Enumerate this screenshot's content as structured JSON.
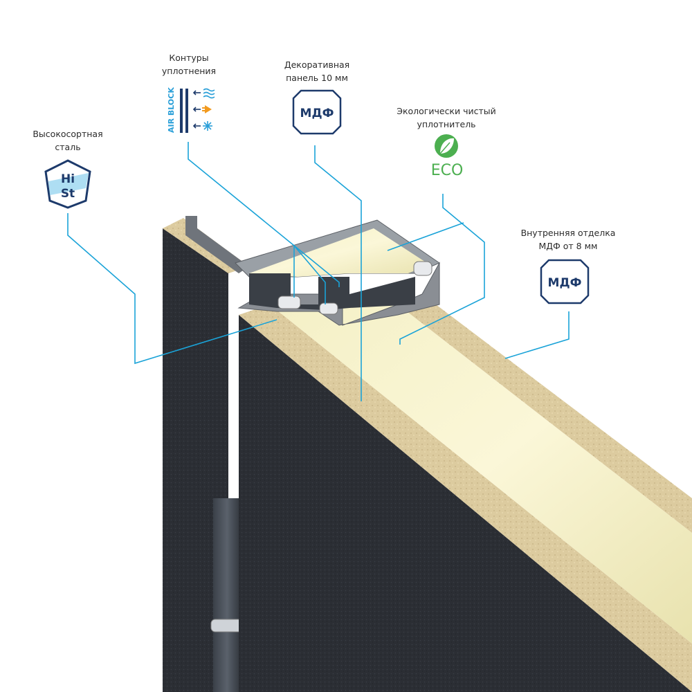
{
  "labels": {
    "steel": {
      "line1": "Высокосортная",
      "line2": "сталь",
      "icon_text_1": "Hi",
      "icon_text_2": "St"
    },
    "seal": {
      "line1": "Контуры",
      "line2": "уплотнения",
      "icon_text": "AIR BLOCK"
    },
    "decor": {
      "line1": "Декоративная",
      "line2": "панель 10 мм",
      "icon_text": "МДФ"
    },
    "eco": {
      "line1": "Экологически чистый",
      "line2": "уплотнитель",
      "icon_text": "ECO"
    },
    "inner": {
      "line1": "Внутренняя отделка",
      "line2": "МДФ от 8 мм",
      "icon_text": "МДФ"
    }
  },
  "colors": {
    "callout_line": "#1aa3d8",
    "badge_stroke": "#1d3a6b",
    "badge_text": "#1d3a6b",
    "eco_green": "#4caf50",
    "panel_dark": "#2a2d33",
    "mdf_edge": "#d9c9a0",
    "insulation": "#ecebc0",
    "frame_grey": "#8a8e94",
    "airblock_blue": "#2a9fd8",
    "airblock_orange": "#f29a1e"
  }
}
